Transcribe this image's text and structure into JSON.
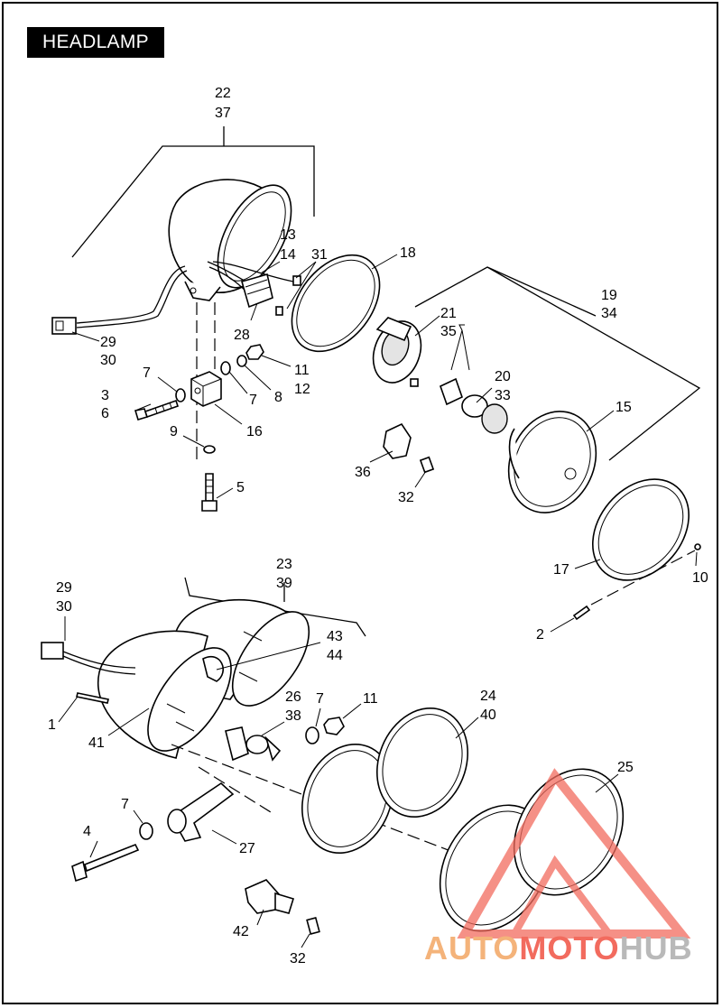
{
  "title": "HEADLAMP",
  "callouts": {
    "c22": "22",
    "c37": "37",
    "c13": "13",
    "c14": "14",
    "c31": "31",
    "c18": "18",
    "c19": "19",
    "c34": "34",
    "c21": "21",
    "c35": "35",
    "c20": "20",
    "c33": "33",
    "c15": "15",
    "c29a": "29",
    "c30a": "30",
    "c28": "28",
    "c7a": "7",
    "c11a": "11",
    "c12": "12",
    "c3": "3",
    "c6": "6",
    "c7b": "7",
    "c8": "8",
    "c16": "16",
    "c9": "9",
    "c5": "5",
    "c36": "36",
    "c32a": "32",
    "c17": "17",
    "c10": "10",
    "c2": "2",
    "c23": "23",
    "c39": "39",
    "c29b": "29",
    "c30b": "30",
    "c43": "43",
    "c44": "44",
    "c26": "26",
    "c38": "38",
    "c7c": "7",
    "c11b": "11",
    "c24": "24",
    "c40": "40",
    "c1": "1",
    "c41": "41",
    "c25": "25",
    "c7d": "7",
    "c4": "4",
    "c27": "27",
    "c42": "42",
    "c32b": "32"
  },
  "watermark": {
    "part1": "AUTO",
    "part2": "MOTO",
    "part3": "HUB"
  }
}
